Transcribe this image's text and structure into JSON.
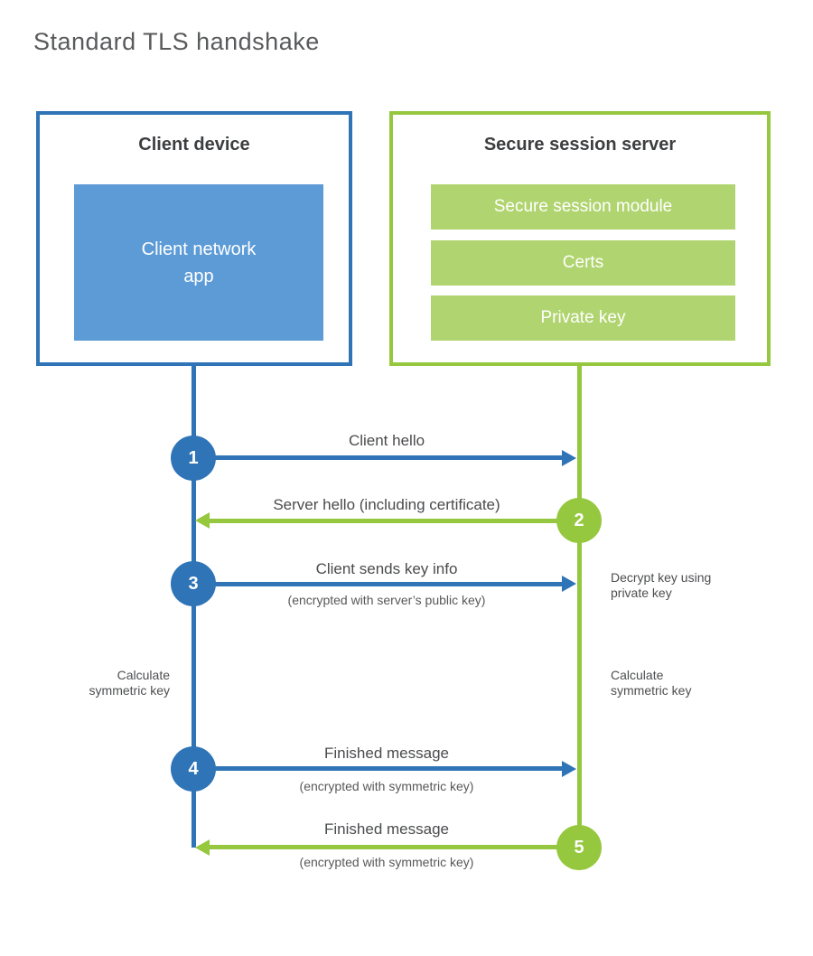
{
  "title": "Standard TLS handshake",
  "colors": {
    "blue": "#2e74b6",
    "blue_light": "#5c9bd6",
    "green": "#95c83e",
    "green_light": "#b0d46f",
    "title_text": "#595a5c",
    "heading_text": "#3d3e40",
    "label_text": "#4a4b4d"
  },
  "client_box": {
    "title": "Client device",
    "app": {
      "line1": "Client network",
      "line2": "app"
    }
  },
  "server_box": {
    "title": "Secure session server",
    "modules": [
      {
        "label": "Secure session module"
      },
      {
        "label": "Certs"
      },
      {
        "label": "Private key"
      }
    ]
  },
  "steps": [
    {
      "num": "1",
      "from": "client",
      "label": "Client hello",
      "sublabel": ""
    },
    {
      "num": "2",
      "from": "server",
      "label": "Server hello (including certificate)",
      "sublabel": ""
    },
    {
      "num": "3",
      "from": "client",
      "label": "Client sends key info",
      "sublabel": "(encrypted with server’s public key)"
    },
    {
      "num": "4",
      "from": "client",
      "label": "Finished message",
      "sublabel": "(encrypted with symmetric key)"
    },
    {
      "num": "5",
      "from": "server",
      "label": "Finished message",
      "sublabel": "(encrypted with symmetric key)"
    }
  ],
  "annotations": {
    "decrypt_note": "Decrypt key using private key",
    "calc_left": "Calculate symmetric key",
    "calc_right": "Calculate symmetric key"
  }
}
